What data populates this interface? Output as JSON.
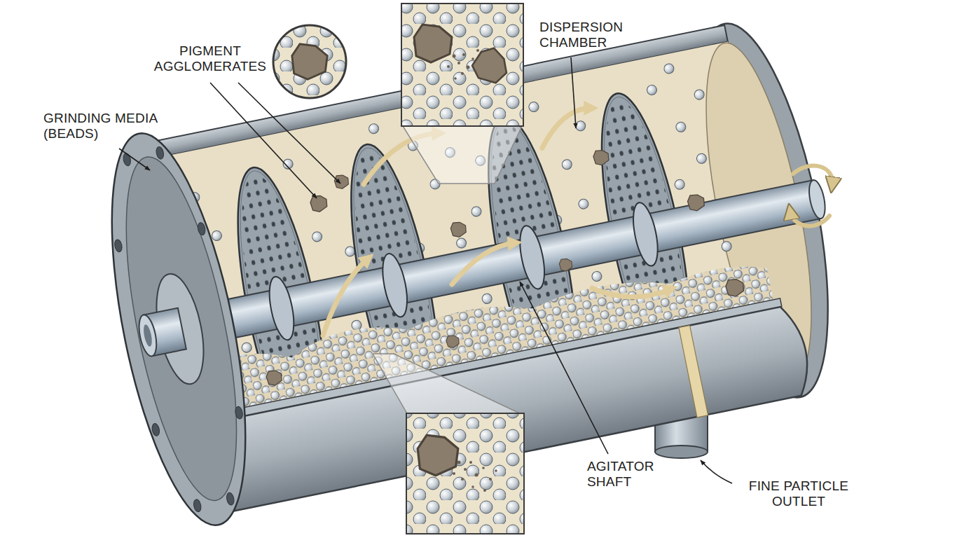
{
  "diagram": {
    "labels": [
      "PIGMENT AGGLOMERATES",
      "DISPERSION CHAMBER",
      "GRINDING MEDIA (BEADS)",
      "AGITATOR SHAFT",
      "FINE PARTICLE OUTLET"
    ]
  }
}
